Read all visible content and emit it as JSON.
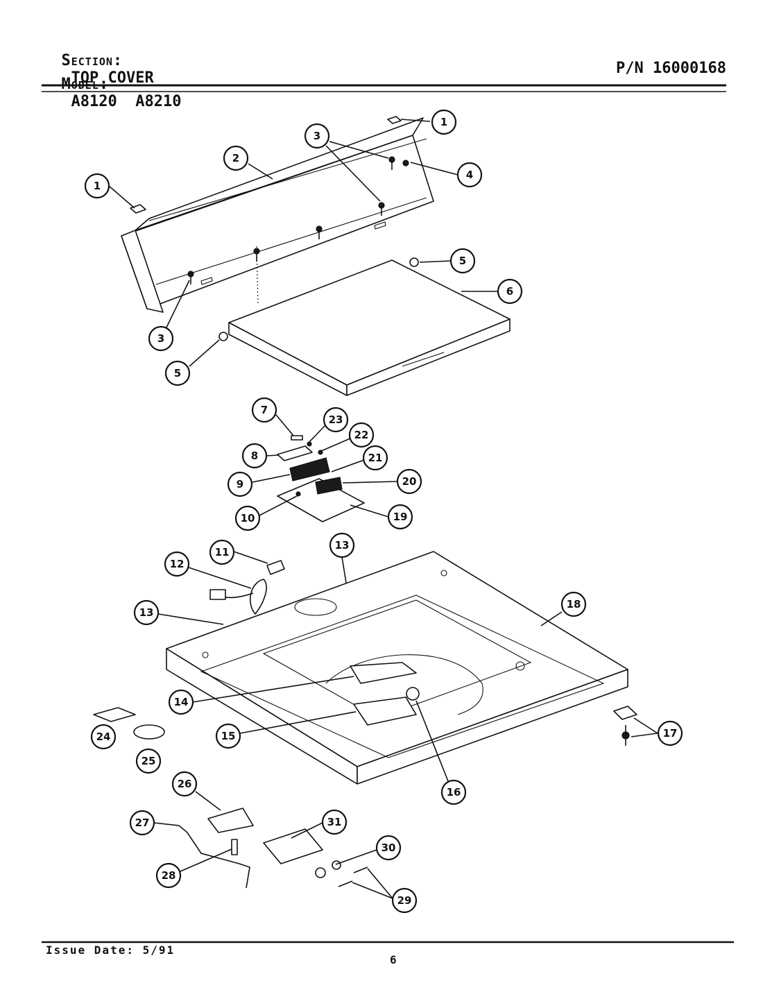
{
  "header": {
    "section_label": "Section:",
    "section_value": "TOP COVER",
    "model_label": "Model:",
    "model_value": "A8120  A8210",
    "part_number": "P/N 16000168"
  },
  "callouts": [
    "1",
    "1",
    "2",
    "3",
    "3",
    "4",
    "5",
    "5",
    "6",
    "7",
    "23",
    "22",
    "8",
    "21",
    "9",
    "20",
    "10",
    "19",
    "11",
    "13",
    "12",
    "13",
    "18",
    "14",
    "24",
    "17",
    "15",
    "25",
    "16",
    "26",
    "31",
    "27",
    "30",
    "28",
    "29"
  ],
  "footer": {
    "issue_date": "Issue Date: 5/91",
    "page_number": "6"
  }
}
